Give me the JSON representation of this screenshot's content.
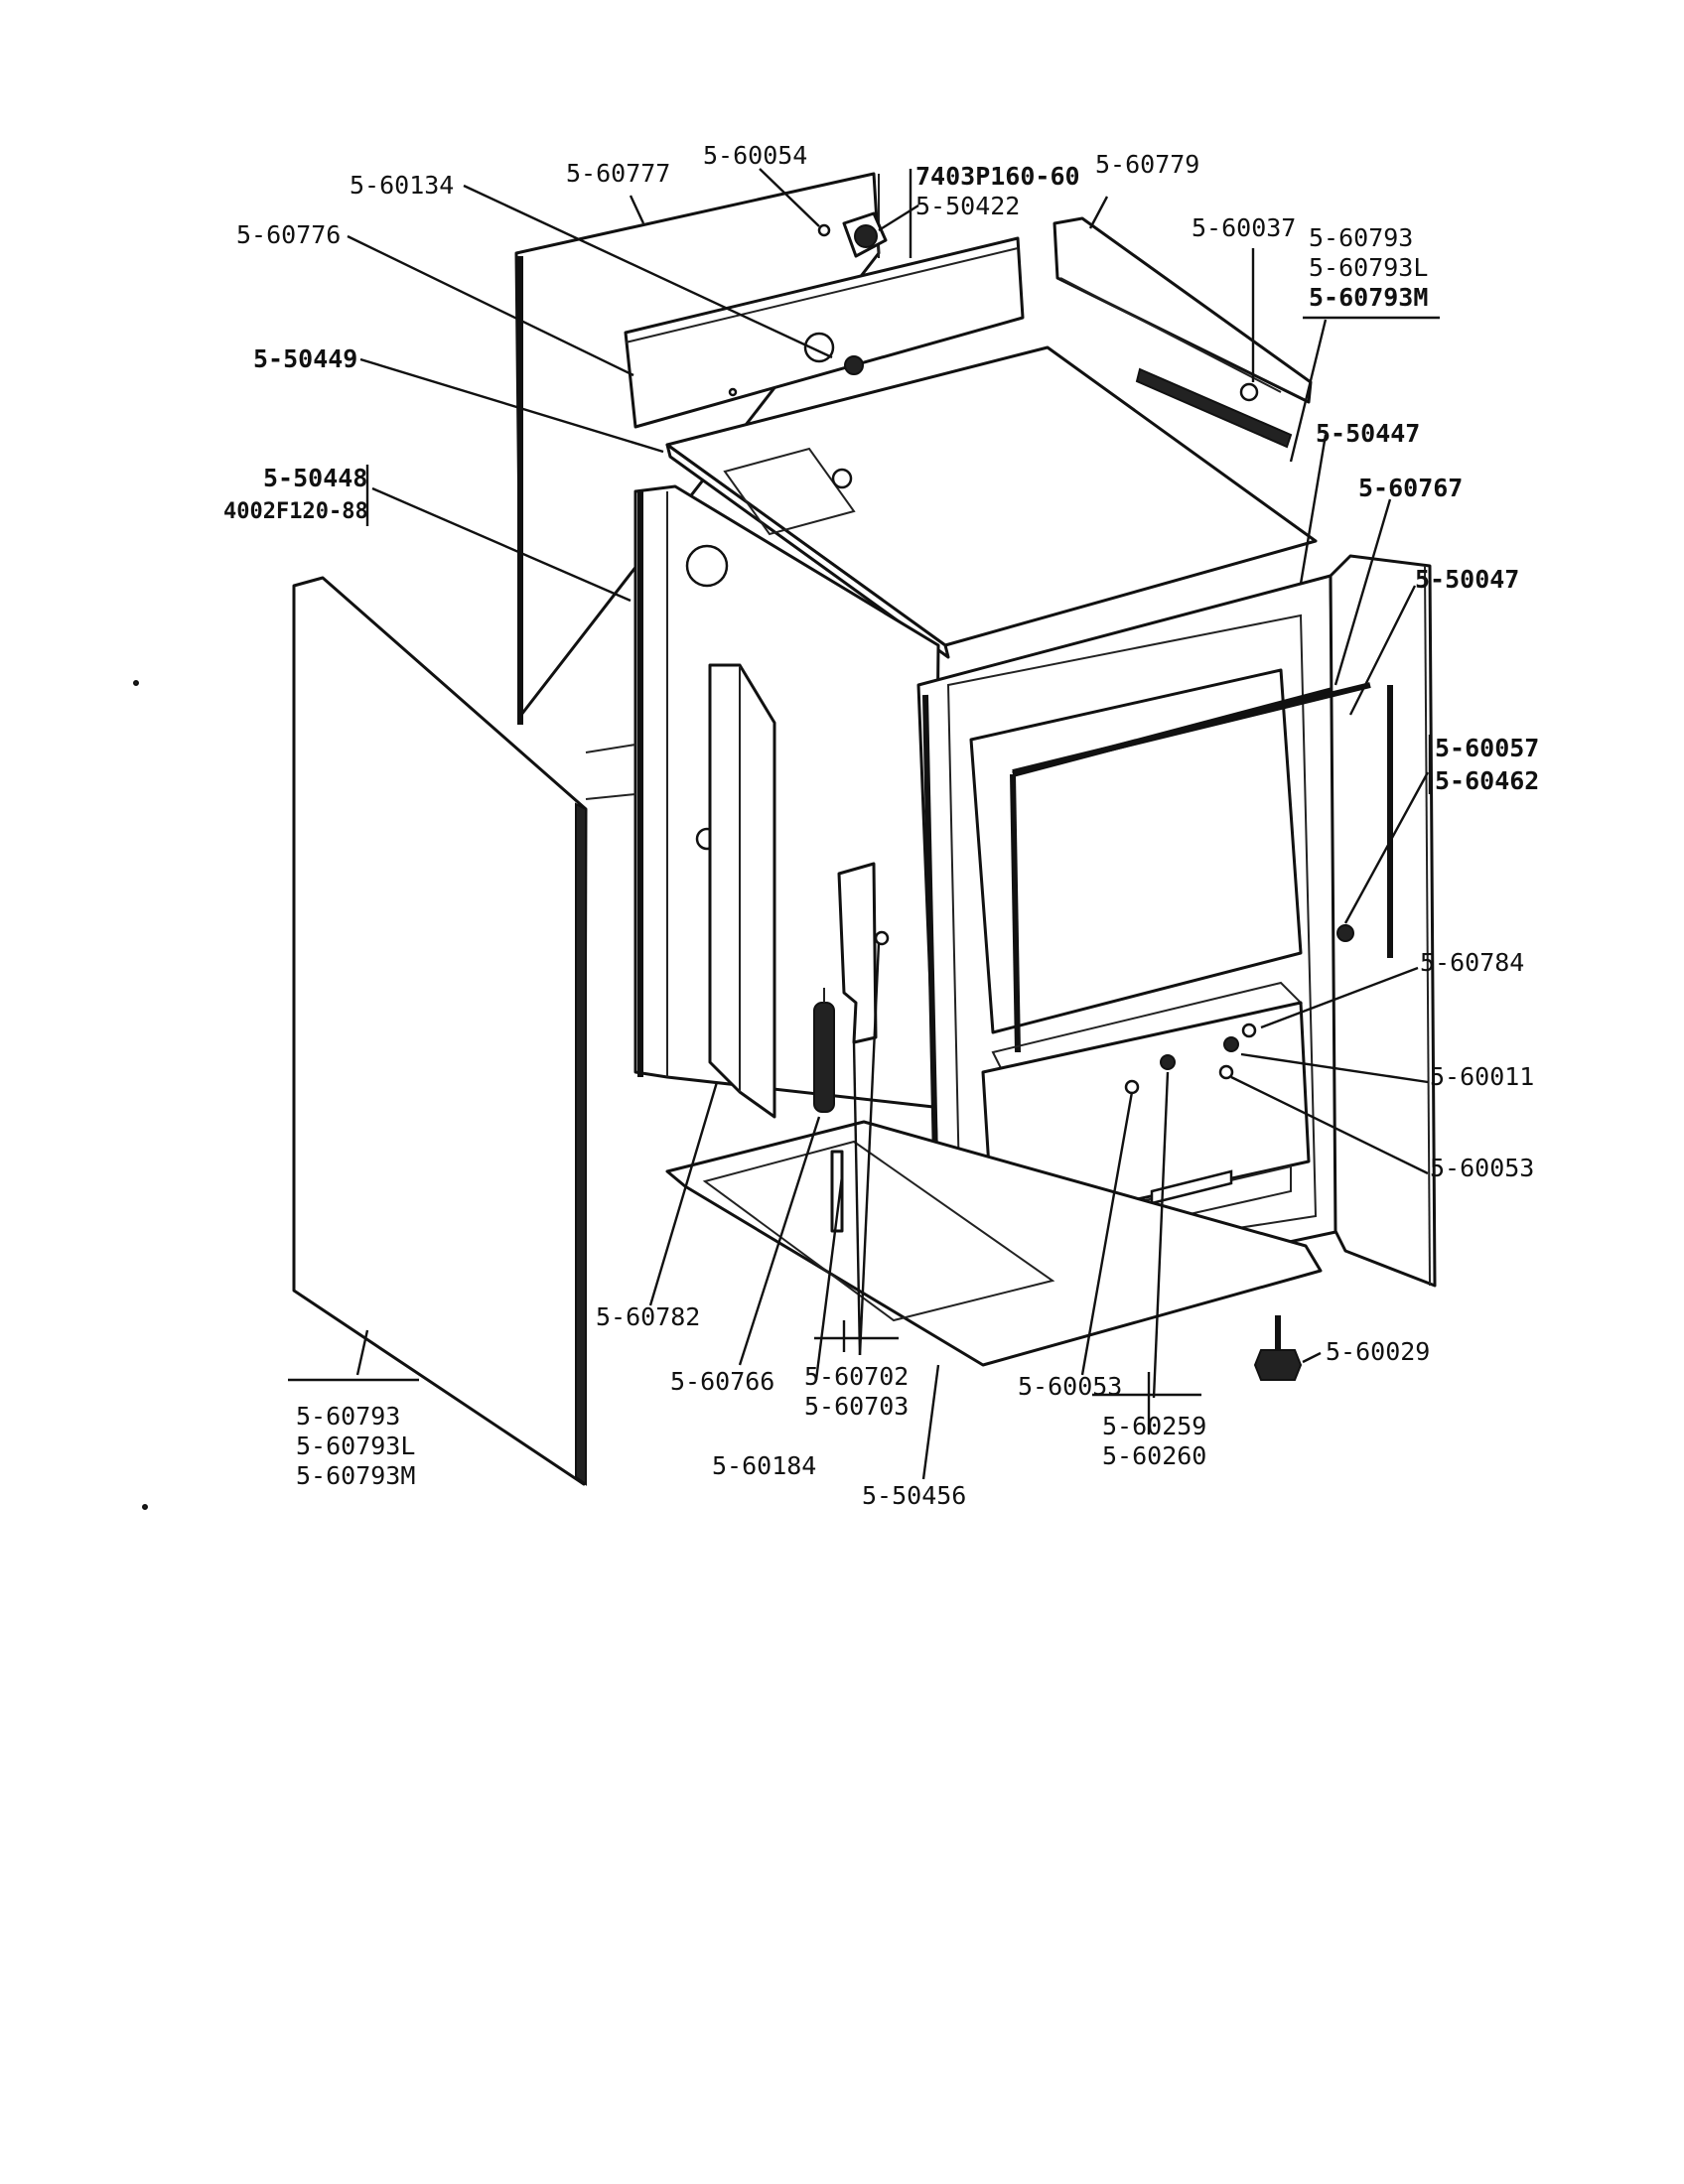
{
  "diagram": {
    "labels": {
      "l_60134": "5-60134",
      "l_60777": "5-60777",
      "l_60054": "5-60054",
      "l_7403": "7403P160-60",
      "l_50422": "5-50422",
      "l_60779": "5-60779",
      "l_60037": "5-60037",
      "l_60793_tr": "5-60793",
      "l_60793L_tr": "5-60793L",
      "l_60793M_tr": "5-60793M",
      "l_60776": "5-60776",
      "l_50449": "5-50449",
      "l_50448": "5-50448",
      "l_4002": "4002F120-88",
      "l_50447": "5-50447",
      "l_60767": "5-60767",
      "l_50047": "5-50047",
      "l_60057": "5-60057",
      "l_60462": "5-60462",
      "l_60784": "5-60784",
      "l_60011": "5-60011",
      "l_60053_r": "5-60053",
      "l_60029": "5-60029",
      "l_60782": "5-60782",
      "l_60766": "5-60766",
      "l_60702": "5-60702",
      "l_60703": "5-60703",
      "l_60184": "5-60184",
      "l_50456": "5-50456",
      "l_60053_b": "5-60053",
      "l_60259": "5-60259",
      "l_60260": "5-60260",
      "l_60793_bl": "5-60793",
      "l_60793L_bl": "5-60793L",
      "l_60793M_bl": "5-60793M"
    }
  }
}
